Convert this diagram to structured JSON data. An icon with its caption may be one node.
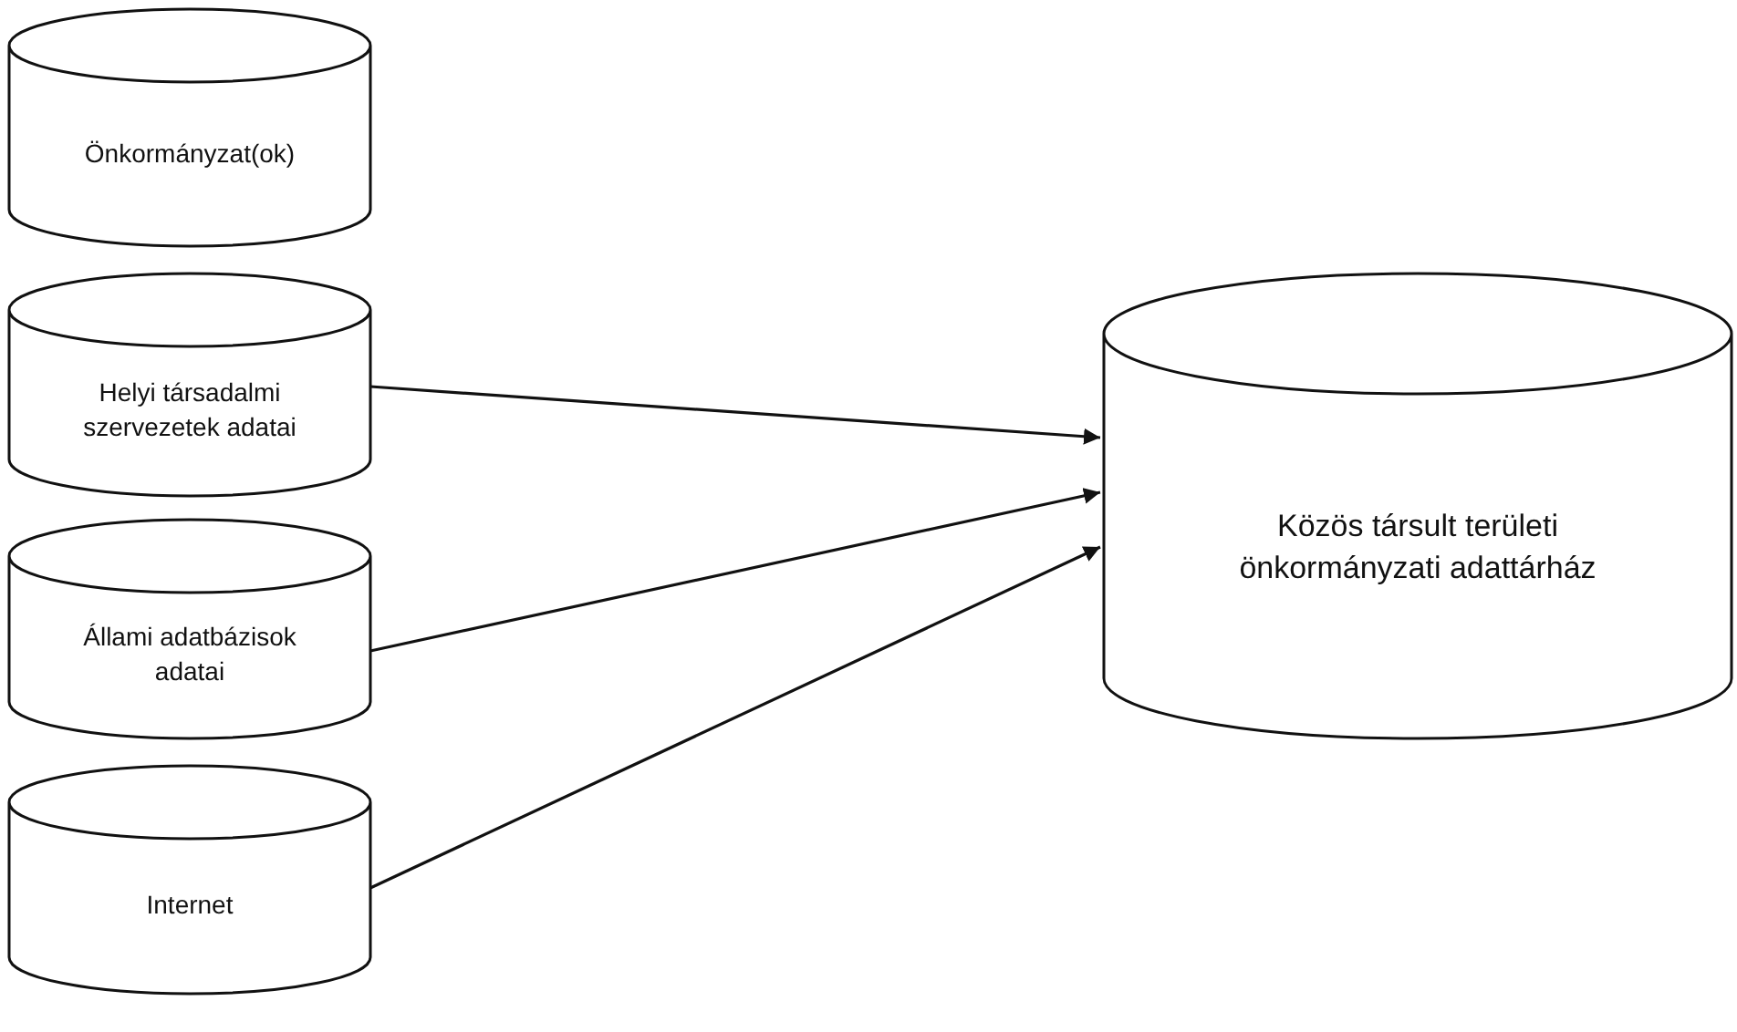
{
  "diagram": {
    "nodes": [
      {
        "text": [
          "Önkormányzat(ok)"
        ]
      },
      {
        "text": [
          "Helyi társadalmi szervezetek adatai"
        ]
      },
      {
        "text": [
          "Állami adatbázisok adatai"
        ]
      },
      {
        "text": [
          "Internet"
        ]
      },
      {
        "text": [
          "Közös társult területi önkormányzati adattárház"
        ]
      }
    ],
    "edges": [
      {
        "from": 1,
        "to": 4,
        "arrow": "to"
      },
      {
        "from": 2,
        "to": 4,
        "arrow": "to"
      },
      {
        "from": 3,
        "to": 4,
        "arrow": "to"
      }
    ]
  }
}
